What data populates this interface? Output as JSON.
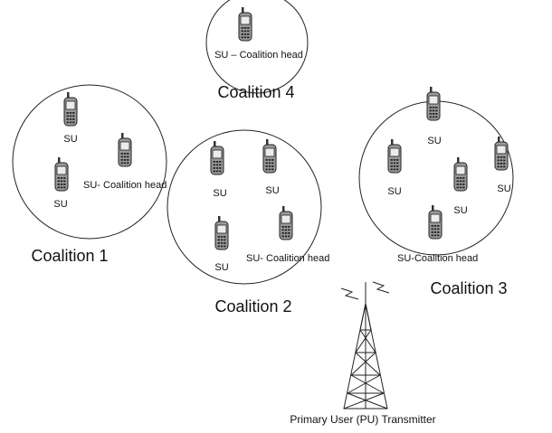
{
  "coalitions": {
    "c1": {
      "caption": "Coalition 1",
      "members": [
        "SU",
        "SU"
      ],
      "head": "SU- Coalition head"
    },
    "c2": {
      "caption": "Coalition 2",
      "members": [
        "SU",
        "SU",
        "SU"
      ],
      "head": "SU- Coalition head"
    },
    "c3": {
      "caption": "Coalition 3",
      "members": [
        "SU",
        "SU",
        "SU",
        "SU"
      ],
      "head": "SU-Coalition head"
    },
    "c4": {
      "caption": "Coalition 4",
      "head": "SU – Coalition head"
    }
  },
  "transmitter": {
    "label": "Primary User (PU) Transmitter",
    "icon": "radio-tower-icon"
  },
  "device_icon": "mobile-phone-icon"
}
